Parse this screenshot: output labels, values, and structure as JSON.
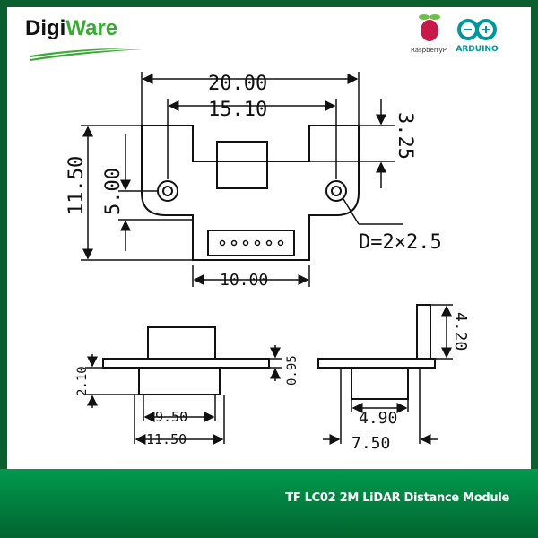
{
  "brand": {
    "part1": "Digi",
    "part2": "Ware"
  },
  "partners": {
    "raspberry": "RaspberryPi",
    "arduino": "ARDUINO"
  },
  "product_title": "TF LC02 2M LiDAR Distance Module",
  "dimensions": {
    "width_total": "20.00",
    "hole_spacing": "15.10",
    "tab_height": "3.25",
    "height_total": "11.50",
    "hole_offset": "5.00",
    "hole_diameter": "D=2×2.5",
    "connector_width": "10.00",
    "side_thickness": "2.10",
    "plate_thickness": "0.95",
    "lens_width": "9.50",
    "base_width": "11.50",
    "end_height": "4.20",
    "end_lens": "4.90",
    "end_width": "7.50"
  }
}
